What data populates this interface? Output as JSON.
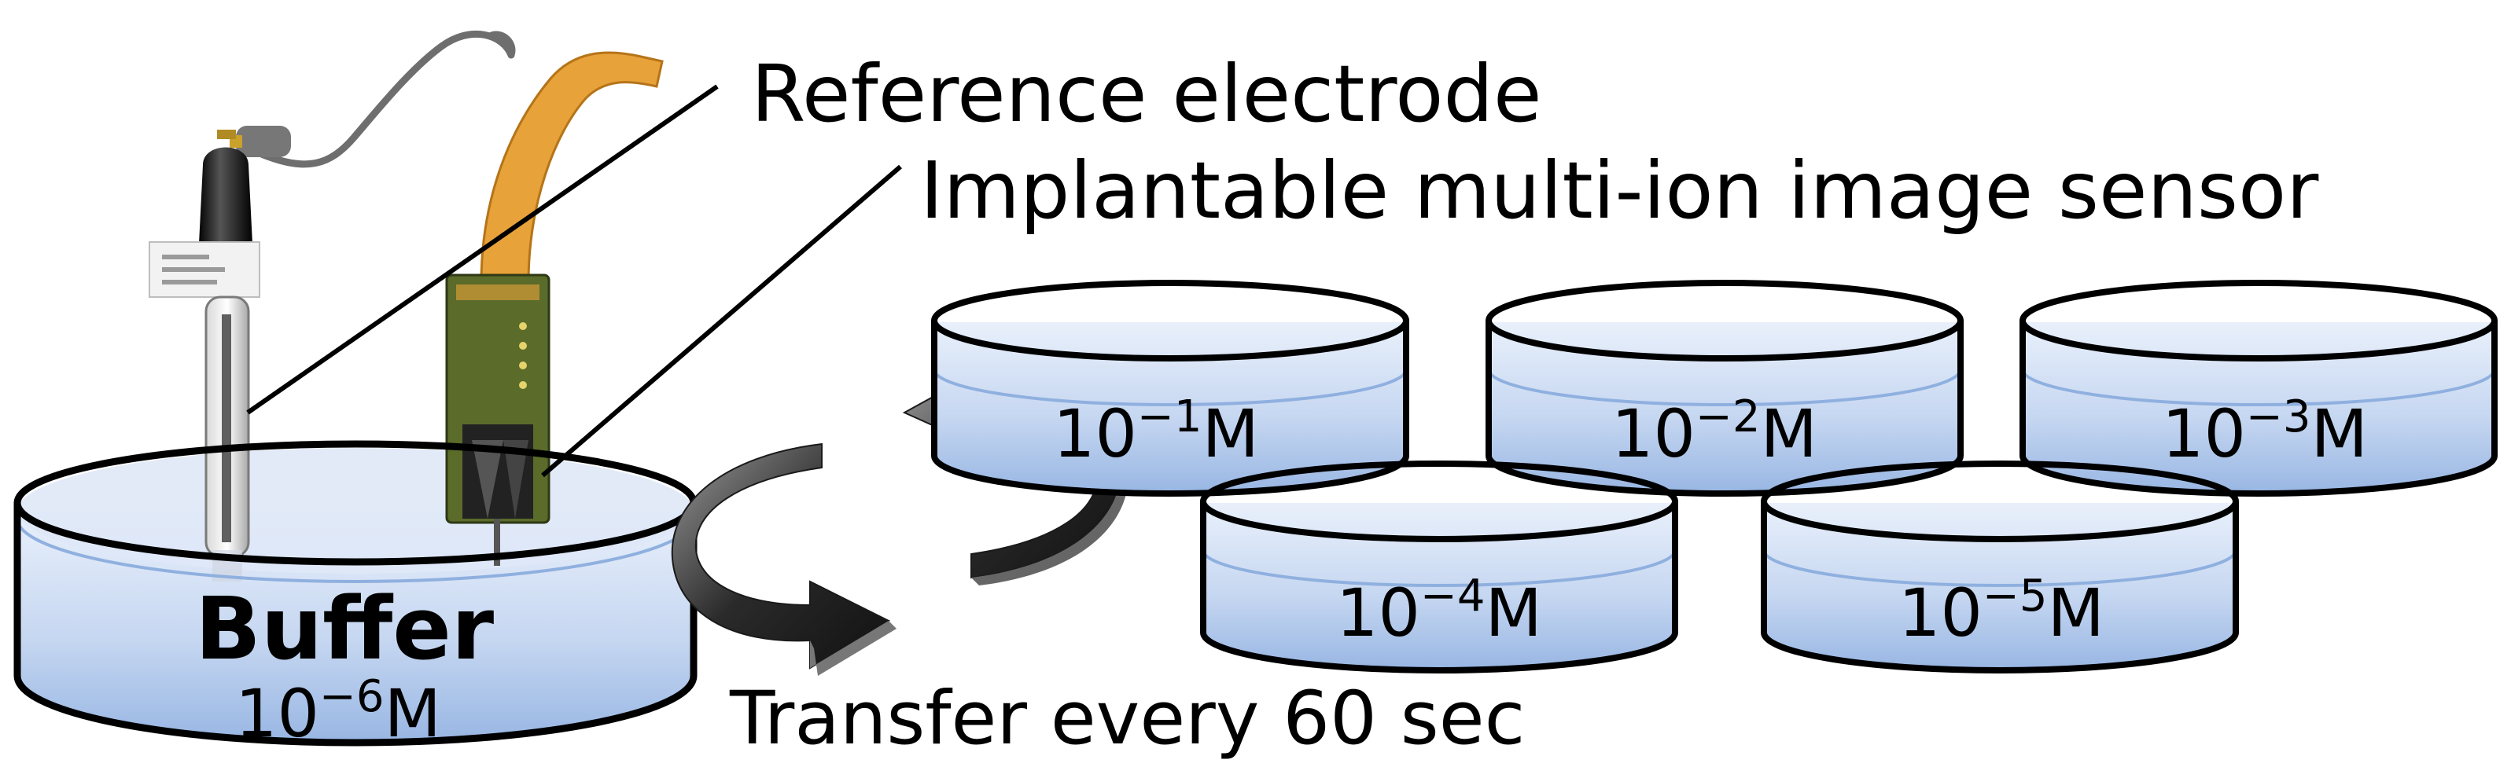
{
  "labels": {
    "reference_electrode": "Reference electrode",
    "image_sensor": "Implantable multi-ion image sensor",
    "buffer": "Buffer",
    "transfer": "Transfer every 60 sec"
  },
  "dishes": [
    {
      "base": "10",
      "exp": "−6",
      "unit": "M"
    },
    {
      "base": "10",
      "exp": "−1",
      "unit": "M"
    },
    {
      "base": "10",
      "exp": "−2",
      "unit": "M"
    },
    {
      "base": "10",
      "exp": "−3",
      "unit": "M"
    },
    {
      "base": "10",
      "exp": "−4",
      "unit": "M"
    },
    {
      "base": "10",
      "exp": "−5",
      "unit": "M"
    }
  ],
  "colors": {
    "water": "#b9cdec",
    "water_dark": "#8fb0df",
    "dish_stroke": "#000000",
    "flex_cable": "#e8a23a",
    "sensor_board": "#5a6b2a",
    "arrow": "#3a3a3a"
  }
}
